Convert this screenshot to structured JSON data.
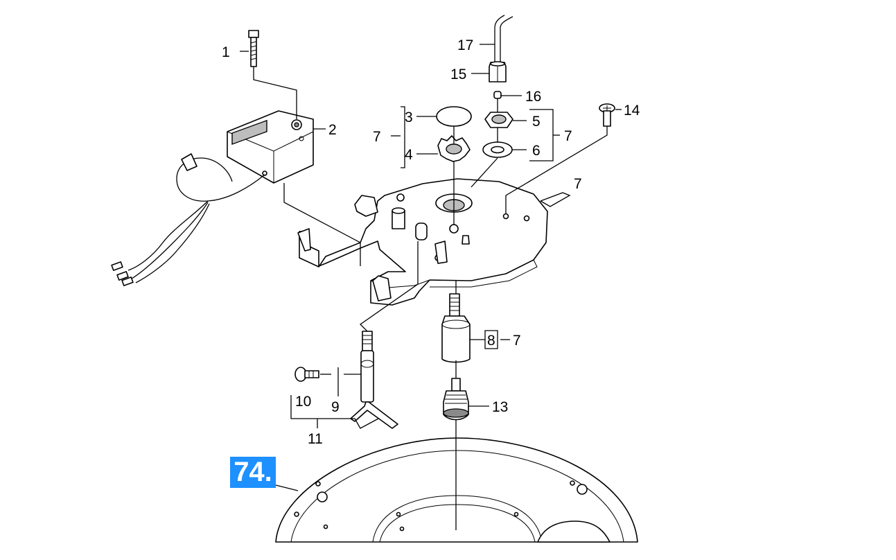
{
  "badge": {
    "text": "74.",
    "color": "#1e90ff"
  },
  "callouts": {
    "c1": "1",
    "c2": "2",
    "c3": "3",
    "c4": "4",
    "c5": "5",
    "c6": "6",
    "c7_left": "7",
    "c7_right": "7",
    "c7_plate": "7",
    "c7_sensor": "7",
    "c8": "8",
    "c9": "9",
    "c10": "10",
    "c11": "11",
    "c13": "13",
    "c14": "14",
    "c15": "15",
    "c16": "16",
    "c17": "17"
  }
}
